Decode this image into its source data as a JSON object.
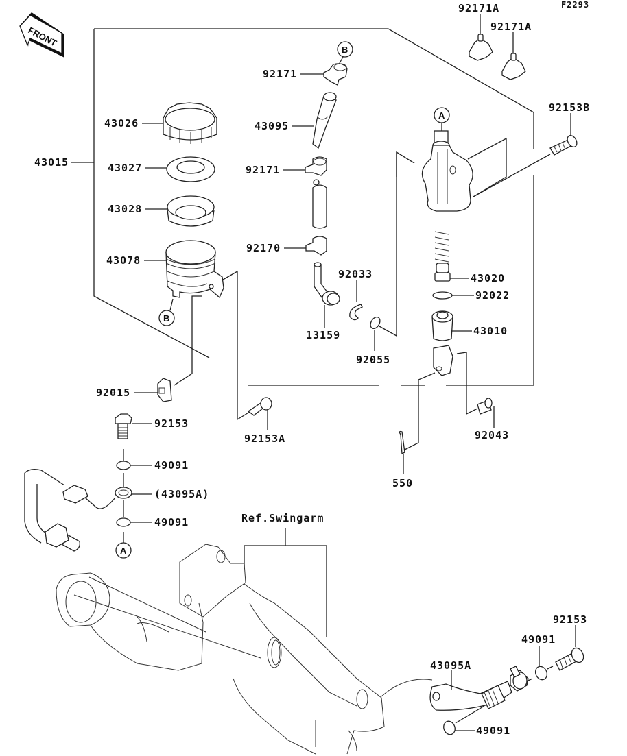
{
  "figure_id": "F2293",
  "front_indicator": "FRONT",
  "reference_note": "Ref.Swingarm",
  "callouts": {
    "p92171A_1": "92171A",
    "p92171A_2": "92171A",
    "p92153B": "92153B",
    "p92171_top": "92171",
    "p43026": "43026",
    "p43095": "43095",
    "p43015": "43015",
    "p43027": "43027",
    "p92171_mid": "92171",
    "p43028": "43028",
    "p92170": "92170",
    "p43078": "43078",
    "p92033": "92033",
    "p13159": "13159",
    "p92055": "92055",
    "p43020": "43020",
    "p92022": "92022",
    "p43010": "43010",
    "p92015": "92015",
    "p92153_left": "92153",
    "p92153A": "92153A",
    "p92043": "92043",
    "p550": "550",
    "p49091_upper": "49091",
    "p43095A_paren": "(43095A)",
    "p49091_lower": "49091",
    "p92153_right": "92153",
    "p49091_right": "49091",
    "p43095A": "43095A",
    "p49091_bottom": "49091"
  },
  "connector_refs": {
    "A_top": "A",
    "A_bottom": "A",
    "B_top": "B",
    "B_bottom": "B"
  }
}
